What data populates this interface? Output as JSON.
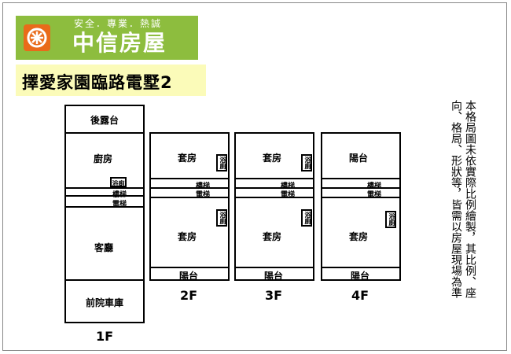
{
  "brand": {
    "tagline": "安全．專業．熱誠",
    "name": "中信房屋",
    "colors": {
      "green": "#8dbd3e",
      "orange": "#e96b1a",
      "title_bg": "#fbfbb9"
    }
  },
  "title": "擇愛家園臨路電墅2",
  "note": {
    "line1": "本格局圖未依實際比例繪製，其比例、座",
    "line2": "向、格局、形狀等，皆需以房屋現場為準"
  },
  "floors": {
    "f1": {
      "label": "1F",
      "rooms": {
        "rear_terrace": "後露台",
        "kitchen": "廚房",
        "bath": "浴廁",
        "stairs": "樓梯",
        "elevator": "電梯",
        "living": "客廳",
        "garage": "前院車庫"
      }
    },
    "f2": {
      "label": "2F",
      "rooms": {
        "suite_top": "套房",
        "bath_top": "浴廁",
        "stairs": "樓梯",
        "elevator": "電梯",
        "bath_bottom": "浴廁",
        "suite_bottom": "套房",
        "balcony": "陽台"
      }
    },
    "f3": {
      "label": "3F",
      "rooms": {
        "suite_top": "套房",
        "bath_top": "浴廁",
        "stairs": "樓梯",
        "elevator": "電梯",
        "bath_bottom": "浴廁",
        "suite_bottom": "套房",
        "balcony": "陽台"
      }
    },
    "f4": {
      "label": "4F",
      "rooms": {
        "balcony_top": "陽台",
        "stairs": "樓梯",
        "elevator": "電梯",
        "bath": "浴廁",
        "suite": "套房",
        "balcony_bottom": "陽台"
      }
    }
  }
}
